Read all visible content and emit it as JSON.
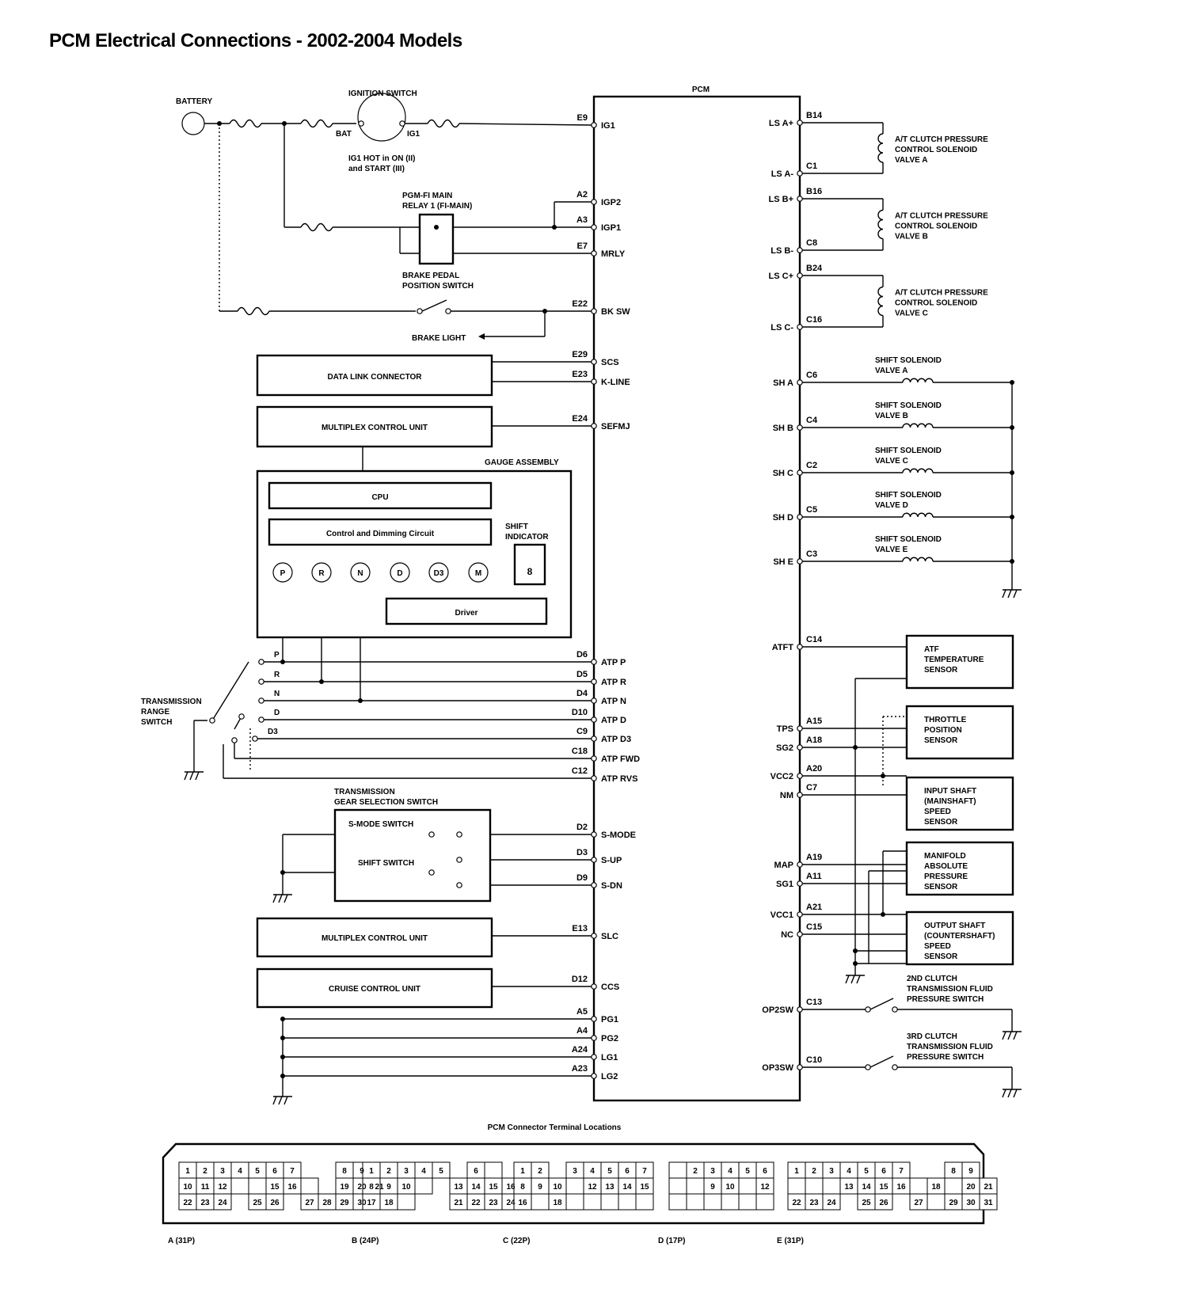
{
  "title": "PCM Electrical Connections - 2002-2004 Models",
  "pcm_label": "PCM",
  "battery": "BATTERY",
  "ignition_switch": "IGNITION SWITCH",
  "bat": "BAT",
  "ig1": "IG1",
  "ig1_note": [
    "IG1 HOT in ON (II)",
    "and START (III)"
  ],
  "relay": [
    "PGM-FI MAIN",
    "RELAY 1 (FI-MAIN)"
  ],
  "brake_switch": [
    "BRAKE PEDAL",
    "POSITION SWITCH"
  ],
  "brake_light": "BRAKE LIGHT",
  "data_link_connector": "DATA LINK CONNECTOR",
  "multiplex_unit": "MULTIPLEX CONTROL UNIT",
  "gauge_assembly": "GAUGE ASSEMBLY",
  "cpu": "CPU",
  "control_circuit": "Control and Dimming Circuit",
  "shift_indicator": [
    "SHIFT",
    "INDICATOR"
  ],
  "seven_seg": "8",
  "driver": "Driver",
  "indicator_lamps": [
    "P",
    "R",
    "N",
    "D",
    "D3",
    "M"
  ],
  "trs_label": [
    "TRANSMISSION",
    "RANGE",
    "SWITCH"
  ],
  "trs_positions": [
    "P",
    "R",
    "N",
    "D",
    "D3"
  ],
  "gear_selection": [
    "TRANSMISSION",
    "GEAR SELECTION SWITCH"
  ],
  "smode_switch": "S-MODE SWITCH",
  "shift_switch": "SHIFT SWITCH",
  "cruise_unit": "CRUISE CONTROL UNIT",
  "left_pins": [
    {
      "pin": "E9",
      "label": "IG1"
    },
    {
      "pin": "A2",
      "label": "IGP2"
    },
    {
      "pin": "A3",
      "label": "IGP1"
    },
    {
      "pin": "E7",
      "label": "MRLY"
    },
    {
      "pin": "E22",
      "label": "BK SW"
    },
    {
      "pin": "E29",
      "label": "SCS"
    },
    {
      "pin": "E23",
      "label": "K-LINE"
    },
    {
      "pin": "E24",
      "label": "SEFMJ"
    },
    {
      "pin": "D6",
      "label": "ATP P"
    },
    {
      "pin": "D5",
      "label": "ATP R"
    },
    {
      "pin": "D4",
      "label": "ATP N"
    },
    {
      "pin": "D10",
      "label": "ATP D"
    },
    {
      "pin": "C9",
      "label": "ATP D3"
    },
    {
      "pin": "C18",
      "label": "ATP FWD"
    },
    {
      "pin": "C12",
      "label": "ATP RVS"
    },
    {
      "pin": "D2",
      "label": "S-MODE"
    },
    {
      "pin": "D3",
      "label": "S-UP"
    },
    {
      "pin": "D9",
      "label": "S-DN"
    },
    {
      "pin": "E13",
      "label": "SLC"
    },
    {
      "pin": "D12",
      "label": "CCS"
    },
    {
      "pin": "A5",
      "label": "PG1"
    },
    {
      "pin": "A4",
      "label": "PG2"
    },
    {
      "pin": "A24",
      "label": "LG1"
    },
    {
      "pin": "A23",
      "label": "LG2"
    }
  ],
  "right_pins": [
    {
      "pin": "B14",
      "label": "LS A+"
    },
    {
      "pin": "C1",
      "label": "LS A-"
    },
    {
      "pin": "B16",
      "label": "LS B+"
    },
    {
      "pin": "C8",
      "label": "LS B-"
    },
    {
      "pin": "B24",
      "label": "LS C+"
    },
    {
      "pin": "C16",
      "label": "LS C-"
    },
    {
      "pin": "C6",
      "label": "SH A"
    },
    {
      "pin": "C4",
      "label": "SH B"
    },
    {
      "pin": "C2",
      "label": "SH C"
    },
    {
      "pin": "C5",
      "label": "SH D"
    },
    {
      "pin": "C3",
      "label": "SH E"
    },
    {
      "pin": "C14",
      "label": "ATFT"
    },
    {
      "pin": "A15",
      "label": "TPS"
    },
    {
      "pin": "A18",
      "label": "SG2"
    },
    {
      "pin": "A20",
      "label": "VCC2"
    },
    {
      "pin": "C7",
      "label": "NM"
    },
    {
      "pin": "A19",
      "label": "MAP"
    },
    {
      "pin": "A11",
      "label": "SG1"
    },
    {
      "pin": "A21",
      "label": "VCC1"
    },
    {
      "pin": "C15",
      "label": "NC"
    },
    {
      "pin": "C13",
      "label": "OP2SW"
    },
    {
      "pin": "C10",
      "label": "OP3SW"
    }
  ],
  "pressure_solenoids": [
    [
      "A/T CLUTCH PRESSURE",
      "CONTROL SOLENOID",
      "VALVE A"
    ],
    [
      "A/T CLUTCH PRESSURE",
      "CONTROL SOLENOID",
      "VALVE B"
    ],
    [
      "A/T CLUTCH PRESSURE",
      "CONTROL SOLENOID",
      "VALVE C"
    ]
  ],
  "shift_solenoids": [
    [
      "SHIFT SOLENOID",
      "VALVE A"
    ],
    [
      "SHIFT SOLENOID",
      "VALVE B"
    ],
    [
      "SHIFT SOLENOID",
      "VALVE C"
    ],
    [
      "SHIFT SOLENOID",
      "VALVE D"
    ],
    [
      "SHIFT SOLENOID",
      "VALVE E"
    ]
  ],
  "sensors": [
    [
      "ATF",
      "TEMPERATURE",
      "SENSOR"
    ],
    [
      "THROTTLE",
      "POSITION",
      "SENSOR"
    ],
    [
      "INPUT SHAFT",
      "(MAINSHAFT)",
      "SPEED",
      "SENSOR"
    ],
    [
      "MANIFOLD",
      "ABSOLUTE",
      "PRESSURE",
      "SENSOR"
    ],
    [
      "OUTPUT SHAFT",
      "(COUNTERSHAFT)",
      "SPEED",
      "SENSOR"
    ]
  ],
  "pressure_switches": [
    [
      "2ND CLUTCH",
      "TRANSMISSION FLUID",
      "PRESSURE SWITCH"
    ],
    [
      "3RD CLUTCH",
      "TRANSMISSION FLUID",
      "PRESSURE SWITCH"
    ]
  ],
  "connector_title": "PCM Connector Terminal Locations",
  "connectors": [
    {
      "label": "A (31P)",
      "rows": [
        [
          "1",
          "2",
          "3",
          "4",
          "5",
          "6",
          "7",
          "",
          "",
          "8",
          "9"
        ],
        [
          "10",
          "11",
          "12",
          "/",
          "",
          "15",
          "16",
          "/",
          "",
          "19",
          "20",
          "21"
        ],
        [
          "22",
          "23",
          "24",
          "",
          "25",
          "26",
          "",
          "27",
          "28",
          "29",
          "30",
          "/"
        ]
      ]
    },
    {
      "label": "B (24P)",
      "rows": [
        [
          "1",
          "2",
          "3",
          "4",
          "5",
          "",
          "6",
          "/"
        ],
        [
          "8",
          "9",
          "10",
          "/",
          "",
          "13",
          "14",
          "15",
          "16"
        ],
        [
          "17",
          "18",
          "/",
          "",
          "",
          "21",
          "22",
          "23",
          "24"
        ]
      ]
    },
    {
      "label": "C (22P)",
      "rows": [
        [
          "1",
          "2",
          "",
          "3",
          "4",
          "5",
          "6",
          "7"
        ],
        [
          "8",
          "9",
          "10",
          "/",
          "12",
          "13",
          "14",
          "15"
        ],
        [
          "16",
          "/",
          "18",
          "/",
          "/",
          "/",
          "/",
          "/"
        ]
      ]
    },
    {
      "label": "D (17P)",
      "rows": [
        [
          "/",
          "2",
          "3",
          "4",
          "5",
          "6"
        ],
        [
          "/",
          "/",
          "9",
          "10",
          "/",
          "12"
        ],
        [
          "/",
          "/",
          "/",
          "/",
          "/",
          "/"
        ]
      ]
    },
    {
      "label": "E (31P)",
      "rows": [
        [
          "1",
          "2",
          "3",
          "4",
          "5",
          "6",
          "7",
          "",
          "",
          "8",
          "9"
        ],
        [
          "/",
          "/",
          "/",
          "13",
          "14",
          "15",
          "16",
          "/",
          "18",
          "",
          "20",
          "21"
        ],
        [
          "22",
          "23",
          "24",
          "",
          "25",
          "26",
          "",
          "27",
          "/",
          "29",
          "30",
          "31"
        ]
      ]
    }
  ]
}
